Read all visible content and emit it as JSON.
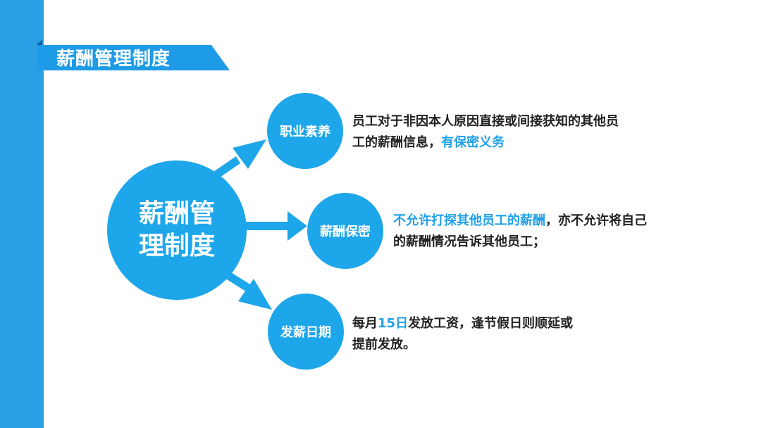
{
  "title": "薪酬管理制度",
  "colors": {
    "accent": "#1ea6ea",
    "bar": "#2a9fe6",
    "highlight": "#1fa1e8",
    "text": "#222222"
  },
  "hub": {
    "label": "薪酬管理制度"
  },
  "nodes": [
    {
      "label": "职业素养",
      "desc": [
        {
          "text": "员工对于非因本人原因直接或间接获知的其他员工的薪酬信息，",
          "hl": false
        },
        {
          "text": "有保密义务",
          "hl": true
        }
      ]
    },
    {
      "label": "薪酬保密",
      "desc": [
        {
          "text": "不允许打探其他员工的薪酬",
          "hl": true
        },
        {
          "text": "，亦不允许将自己的薪酬情况告诉其他员工；",
          "hl": false
        }
      ]
    },
    {
      "label": "发薪日期",
      "desc": [
        {
          "text": "每月",
          "hl": false
        },
        {
          "text": "15日",
          "hl": true
        },
        {
          "text": "发放工资，逢节假日则顺延或提前发放。",
          "hl": false
        }
      ]
    }
  ]
}
